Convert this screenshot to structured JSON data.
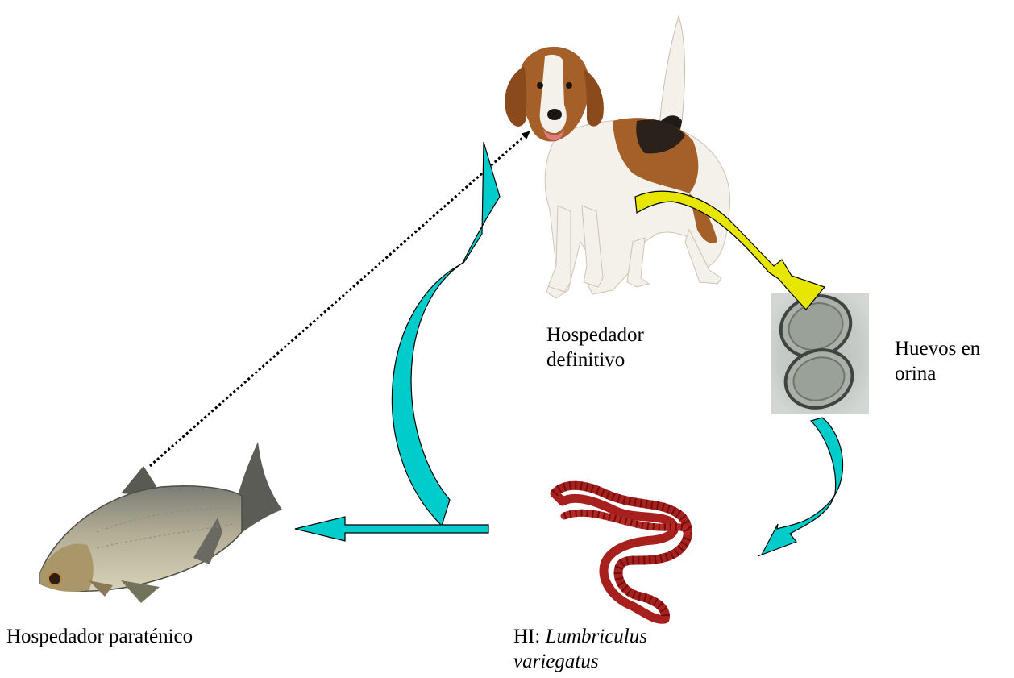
{
  "labels": {
    "definitive_host": [
      "Hospedador",
      "definitivo"
    ],
    "eggs": [
      "Huevos en",
      "orina"
    ],
    "paratenic_host": "Hospedador paraténico",
    "intermediate_host": {
      "prefix": "HI: ",
      "species_line1": "Lumbriculus",
      "species_line2": "variegatus"
    }
  },
  "colors": {
    "cycle_arrow": "#00cccc",
    "egg_arrow": "#e6e600",
    "dotted_arrow": "#000000",
    "dog_fur_brown": "#a5602a",
    "dog_fur_white": "#f4f0ea",
    "worm": "#a8201e",
    "egg_background": "#c9cfcc",
    "fish_body": "#a8a089"
  },
  "icons": {
    "dog": "beagle-dog-illustration",
    "eggs": "parasite-eggs-micrograph",
    "worm": "red-oligochaete-worm-illustration",
    "fish": "fish-illustration"
  }
}
